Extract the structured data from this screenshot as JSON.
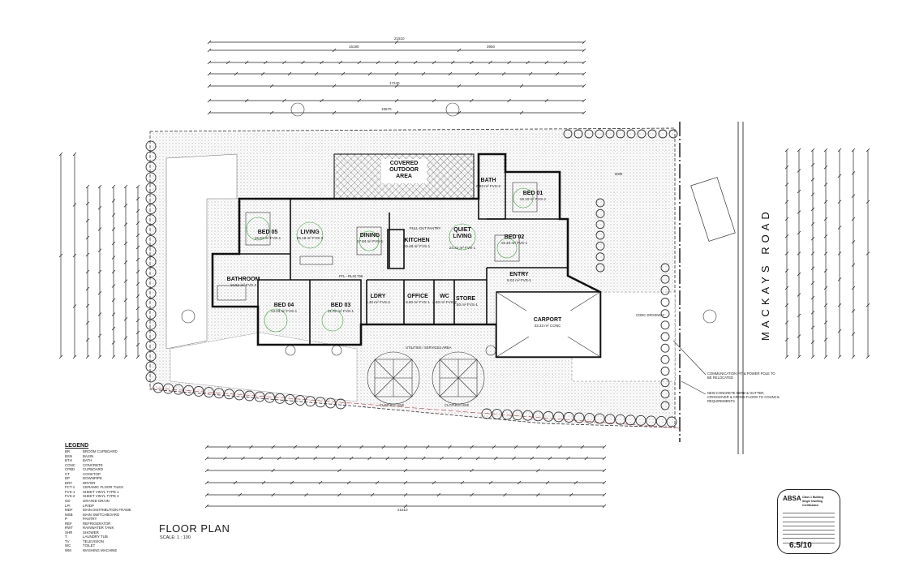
{
  "title": "FLOOR PLAN",
  "scale": "SCALE:   1 : 100",
  "road_name": "MACKAYS   ROAD",
  "rooms": [
    {
      "id": "covered",
      "label": "COVERED OUTDOOR AREA",
      "area": ""
    },
    {
      "id": "bath1",
      "label": "BATH",
      "area": "6.82 m² FVS-2"
    },
    {
      "id": "bed01",
      "label": "BED 01",
      "area": "15.10 m² FVS-1"
    },
    {
      "id": "bed05",
      "label": "BED 05",
      "area": "15.01 m² FVS-1"
    },
    {
      "id": "living",
      "label": "LIVING",
      "area": "25.18 m² FVS-1"
    },
    {
      "id": "dining",
      "label": "DINING",
      "area": "17.84 m² FVS-1"
    },
    {
      "id": "kitchen",
      "label": "KITCHEN",
      "area": "15.48 m² FVS-1"
    },
    {
      "id": "quiet",
      "label": "QUIET LIVING",
      "area": "23.31 m² FVS-1"
    },
    {
      "id": "bed02",
      "label": "BED 02",
      "area": "15.40 m² FVS-1"
    },
    {
      "id": "bathroom",
      "label": "BATHROOM",
      "area": "10.51 m² FVS-2"
    },
    {
      "id": "bed04",
      "label": "BED 04",
      "area": "13.03 m² FVS-1"
    },
    {
      "id": "bed03",
      "label": "BED 03",
      "area": "11.02 m² FVS-1"
    },
    {
      "id": "ldry",
      "label": "LDRY",
      "area": "6.40 m² FVS-2"
    },
    {
      "id": "office",
      "label": "OFFICE",
      "area": "8.00 m² FVS-1"
    },
    {
      "id": "wc",
      "label": "WC",
      "area": "2.80 m² FVS-2"
    },
    {
      "id": "store",
      "label": "STORE",
      "area": "7.50 m² FVS-1"
    },
    {
      "id": "entry",
      "label": "ENTRY",
      "area": "6.02 m² FVS-1"
    },
    {
      "id": "carport",
      "label": "CARPORT",
      "area": "33.33 m² CONC"
    }
  ],
  "annotations": {
    "ffl": "FFL - RL42.765",
    "utilities": "UTILITIES / SERVICES AREA",
    "clothesline": "CLOTHES LINE",
    "driveway": "CONC DRIVEWAY",
    "comms": "COMMUNICATION PIT & POWER POLE TO BE RELOCATED",
    "gutter": "NEW CONCRETE KERB & GUTTER, CROSSOVER & CROSS FLOOD TO COUNCIL REQUIREMENTS",
    "pantry": "PULL-OUT PANTRY",
    "dim_6000": "6000",
    "dim_total": "21510"
  },
  "legend": {
    "heading": "LEGEND",
    "items": [
      {
        "k": "BR",
        "v": "BROOM CUPBOARD"
      },
      {
        "k": "BSN",
        "v": "BASIN"
      },
      {
        "k": "BTH",
        "v": "BATH"
      },
      {
        "k": "CONC",
        "v": "CONCRETE"
      },
      {
        "k": "CPBD",
        "v": "CUPBOARD"
      },
      {
        "k": "CT",
        "v": "COOKTOP"
      },
      {
        "k": "DP",
        "v": "DOWNPIPE"
      },
      {
        "k": "DRY",
        "v": "DRYER"
      },
      {
        "k": "FCT-1",
        "v": "CERAMIC FLOOR TILES"
      },
      {
        "k": "FVS-1",
        "v": "SHEET VINYL TYPE 1"
      },
      {
        "k": "FVS-2",
        "v": "SHEET VINYL TYPE 2"
      },
      {
        "k": "GD",
        "v": "GRATED DRAIN"
      },
      {
        "k": "LPI",
        "v": "LPI/DP"
      },
      {
        "k": "MDF",
        "v": "MAIN DISTRIBUTION FRAME"
      },
      {
        "k": "MSB",
        "v": "MAIN SWITCHBOARD"
      },
      {
        "k": "P",
        "v": "PANTRY"
      },
      {
        "k": "REF",
        "v": "REFRIGERATOR"
      },
      {
        "k": "RWT",
        "v": "RAINWATER TANK"
      },
      {
        "k": "SHR",
        "v": "SHOWER"
      },
      {
        "k": "T",
        "v": "LAUNDRY TUB"
      },
      {
        "k": "TV",
        "v": "TELEVISION"
      },
      {
        "k": "WC",
        "v": "TOILET"
      },
      {
        "k": "WM",
        "v": "WASHING MACHINE"
      }
    ]
  },
  "certification": {
    "brand": "ABSA",
    "line1": "Class 1 Building",
    "line2": "Single Dwelling",
    "line3": "Certification",
    "rating": "6.5/10"
  }
}
